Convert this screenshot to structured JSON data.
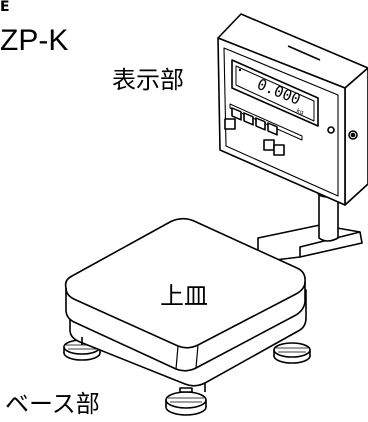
{
  "header": {
    "title_fragment": "E",
    "model": "ZP-K"
  },
  "labels": {
    "display": "表示部",
    "pan": "上皿",
    "base": "ベース部"
  },
  "display_panel": {
    "readout": "0.000",
    "unit": "kg"
  },
  "colors": {
    "stroke": "#000000",
    "fill": "#ffffff"
  }
}
